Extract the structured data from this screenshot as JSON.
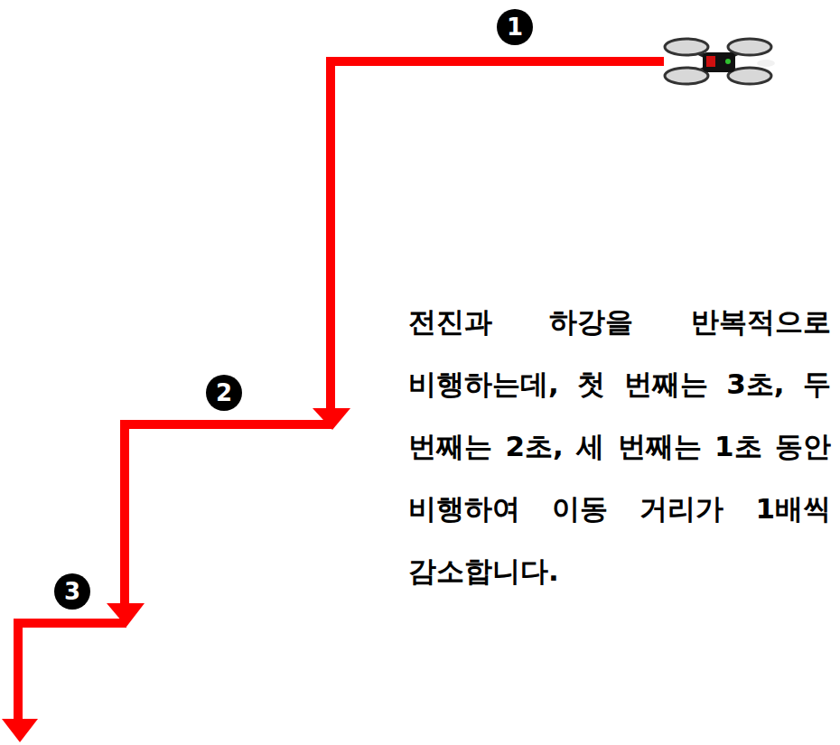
{
  "diagram": {
    "nodes": [
      {
        "text": [
          "1"
        ]
      },
      {
        "text": [
          "2"
        ]
      },
      {
        "text": [
          "3"
        ]
      }
    ],
    "labels": [
      "전진과 하강을 반복적으로 비행하는데, 첫 번째는 3초, 두 번째는 2초, 세 번째는 1초 동안 비행하여 이동 거리가 1배씩 감소합니다."
    ]
  }
}
